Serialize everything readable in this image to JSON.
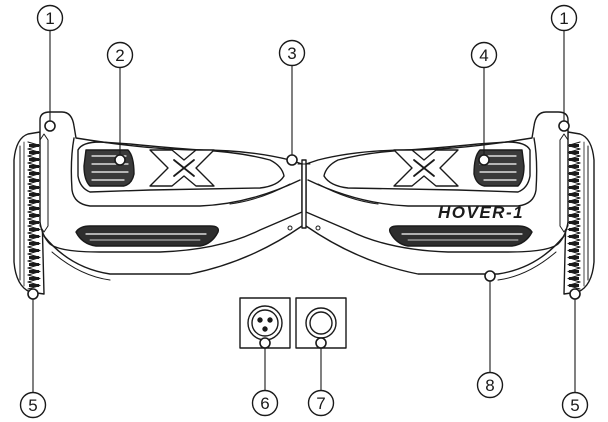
{
  "diagram": {
    "brand_label": "HOVER-1",
    "callouts": [
      {
        "id": "callout-1-left",
        "label": "1"
      },
      {
        "id": "callout-2",
        "label": "2"
      },
      {
        "id": "callout-3",
        "label": "3"
      },
      {
        "id": "callout-4",
        "label": "4"
      },
      {
        "id": "callout-1-right",
        "label": "1"
      },
      {
        "id": "callout-5-left",
        "label": "5"
      },
      {
        "id": "callout-6",
        "label": "6"
      },
      {
        "id": "callout-7",
        "label": "7"
      },
      {
        "id": "callout-8",
        "label": "8"
      },
      {
        "id": "callout-5-right",
        "label": "5"
      }
    ]
  }
}
